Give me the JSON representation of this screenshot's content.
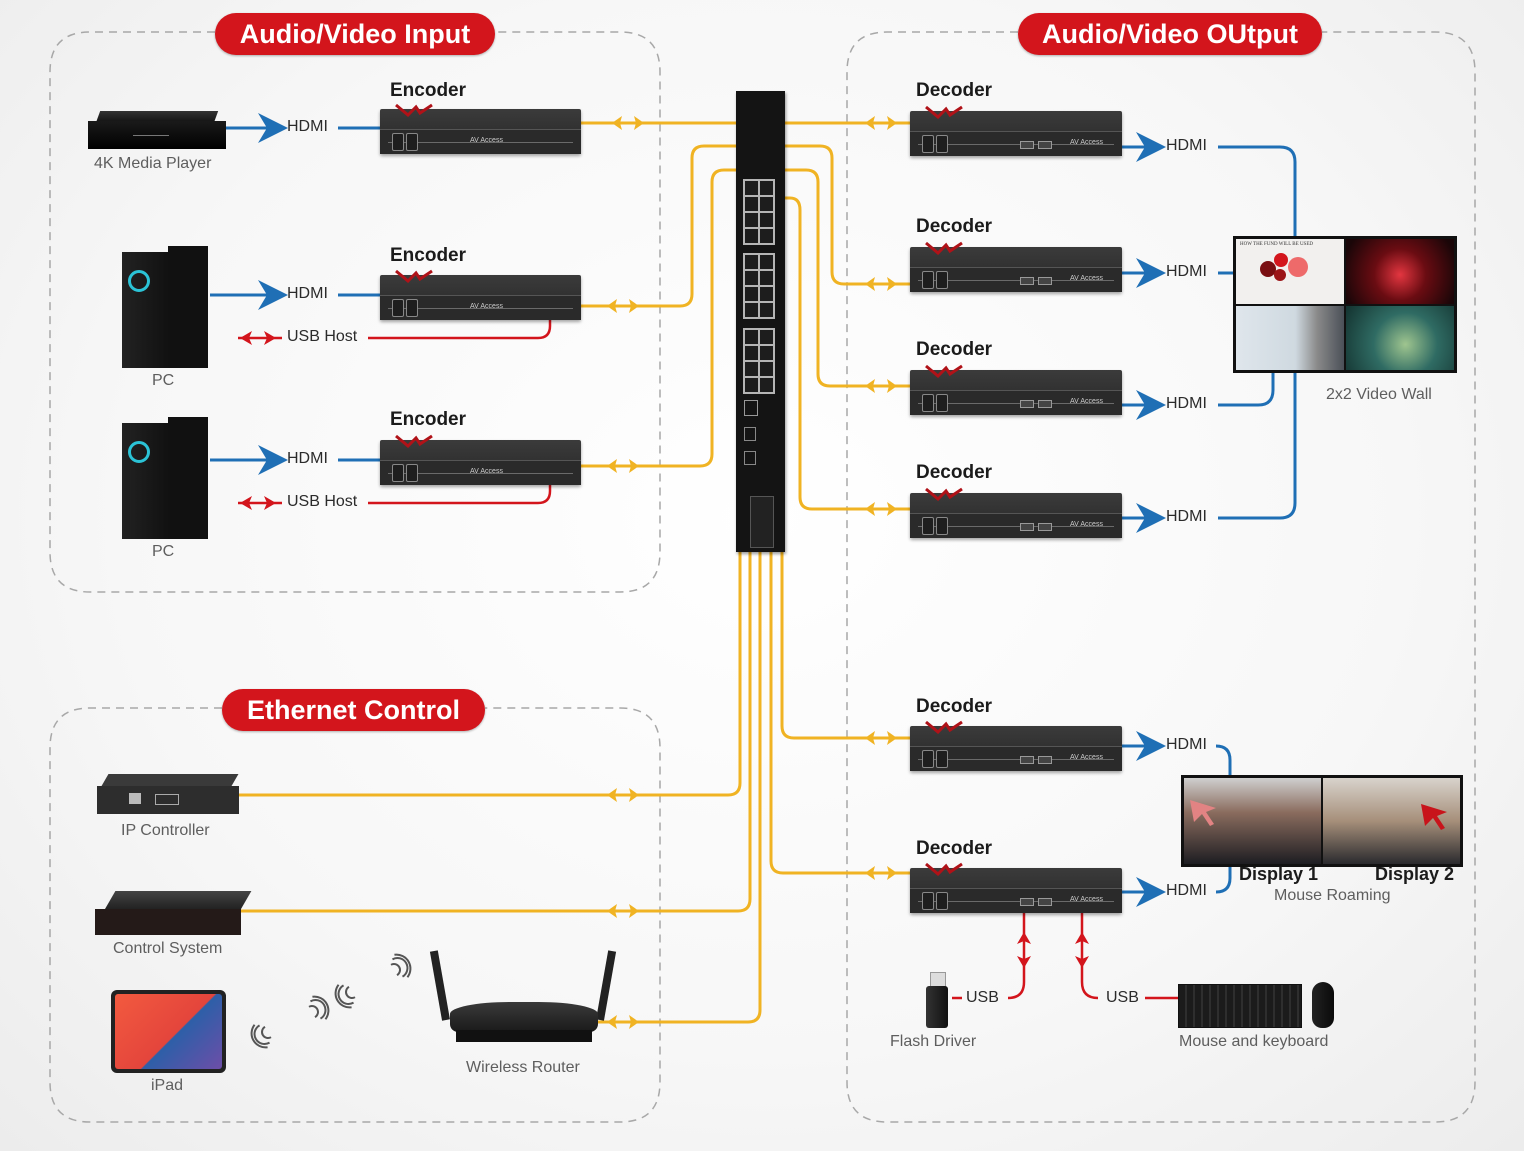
{
  "diagram": {
    "sections": {
      "input": "Audio/Video Input",
      "output": "Audio/Video OUtput",
      "control": "Ethernet Control"
    },
    "colors": {
      "accent_red": "#d3151c",
      "ethernet": "#f0b323",
      "hdmi": "#1f6fb5",
      "usb": "#d3151c",
      "dashed_border": "#a8a8a8"
    },
    "sources": [
      {
        "name": "4K Media Player",
        "icon": "media-player-icon",
        "links": [
          {
            "type": "HDMI",
            "label": "HDMI"
          }
        ]
      },
      {
        "name": "PC",
        "icon": "pc-tower-icon",
        "links": [
          {
            "type": "HDMI",
            "label": "HDMI"
          },
          {
            "type": "USB",
            "label": "USB Host"
          }
        ]
      },
      {
        "name": "PC",
        "icon": "pc-tower-icon",
        "links": [
          {
            "type": "HDMI",
            "label": "HDMI"
          },
          {
            "type": "USB",
            "label": "USB Host"
          }
        ]
      }
    ],
    "encoders": [
      {
        "title": "Encoder",
        "brand": "AV Access"
      },
      {
        "title": "Encoder",
        "brand": "AV Access"
      },
      {
        "title": "Encoder",
        "brand": "AV Access"
      }
    ],
    "switch": {
      "name": "network-switch",
      "icon": "network-switch-icon"
    },
    "decoders": [
      {
        "title": "Decoder",
        "brand": "AV Access",
        "output": "HDMI"
      },
      {
        "title": "Decoder",
        "brand": "AV Access",
        "output": "HDMI"
      },
      {
        "title": "Decoder",
        "brand": "AV Access",
        "output": "HDMI"
      },
      {
        "title": "Decoder",
        "brand": "AV Access",
        "output": "HDMI"
      },
      {
        "title": "Decoder",
        "brand": "AV Access",
        "output": "HDMI"
      },
      {
        "title": "Decoder",
        "brand": "AV Access",
        "output": "HDMI"
      }
    ],
    "video_wall": {
      "label": "2x2 Video Wall",
      "slide_title": "HOW THE FUND WILL BE USED"
    },
    "mouse_roaming": {
      "display1": "Display 1",
      "display2": "Display 2",
      "caption": "Mouse Roaming"
    },
    "usb_peripherals": [
      {
        "name": "Flash Driver",
        "link": "USB",
        "icon": "usb-flash-drive-icon"
      },
      {
        "name": "Mouse and keyboard",
        "link": "USB",
        "icon": "keyboard-mouse-icon"
      }
    ],
    "control_devices": [
      {
        "name": "IP Controller",
        "icon": "ip-controller-icon"
      },
      {
        "name": "Control System",
        "icon": "control-system-icon"
      },
      {
        "name": "iPad",
        "icon": "tablet-icon"
      },
      {
        "name": "Wireless Router",
        "icon": "wireless-router-icon"
      }
    ]
  }
}
